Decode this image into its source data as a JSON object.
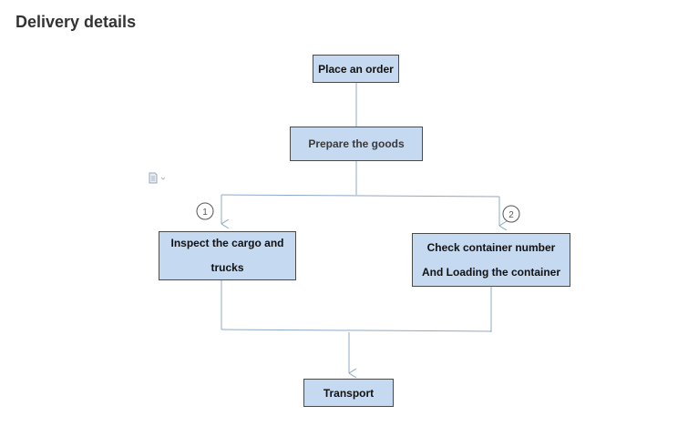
{
  "page": {
    "title": "Delivery details"
  },
  "flowchart": {
    "steps": [
      {
        "id": "place-order",
        "label": "Place an order"
      },
      {
        "id": "prepare-goods",
        "label": "Prepare the goods"
      },
      {
        "id": "inspect",
        "label_lines": [
          "Inspect the cargo and",
          "trucks"
        ]
      },
      {
        "id": "check-container",
        "label_lines": [
          "Check container number",
          "And Loading the container"
        ]
      },
      {
        "id": "transport",
        "label": "Transport"
      }
    ],
    "branch_markers": [
      "1",
      "2"
    ]
  },
  "colors": {
    "box_fill": "#c5d9f1",
    "box_border": "#4a4a4a",
    "connector": "#8ea9c8",
    "heading": "#333333"
  },
  "icons": {
    "document": "document-icon"
  }
}
